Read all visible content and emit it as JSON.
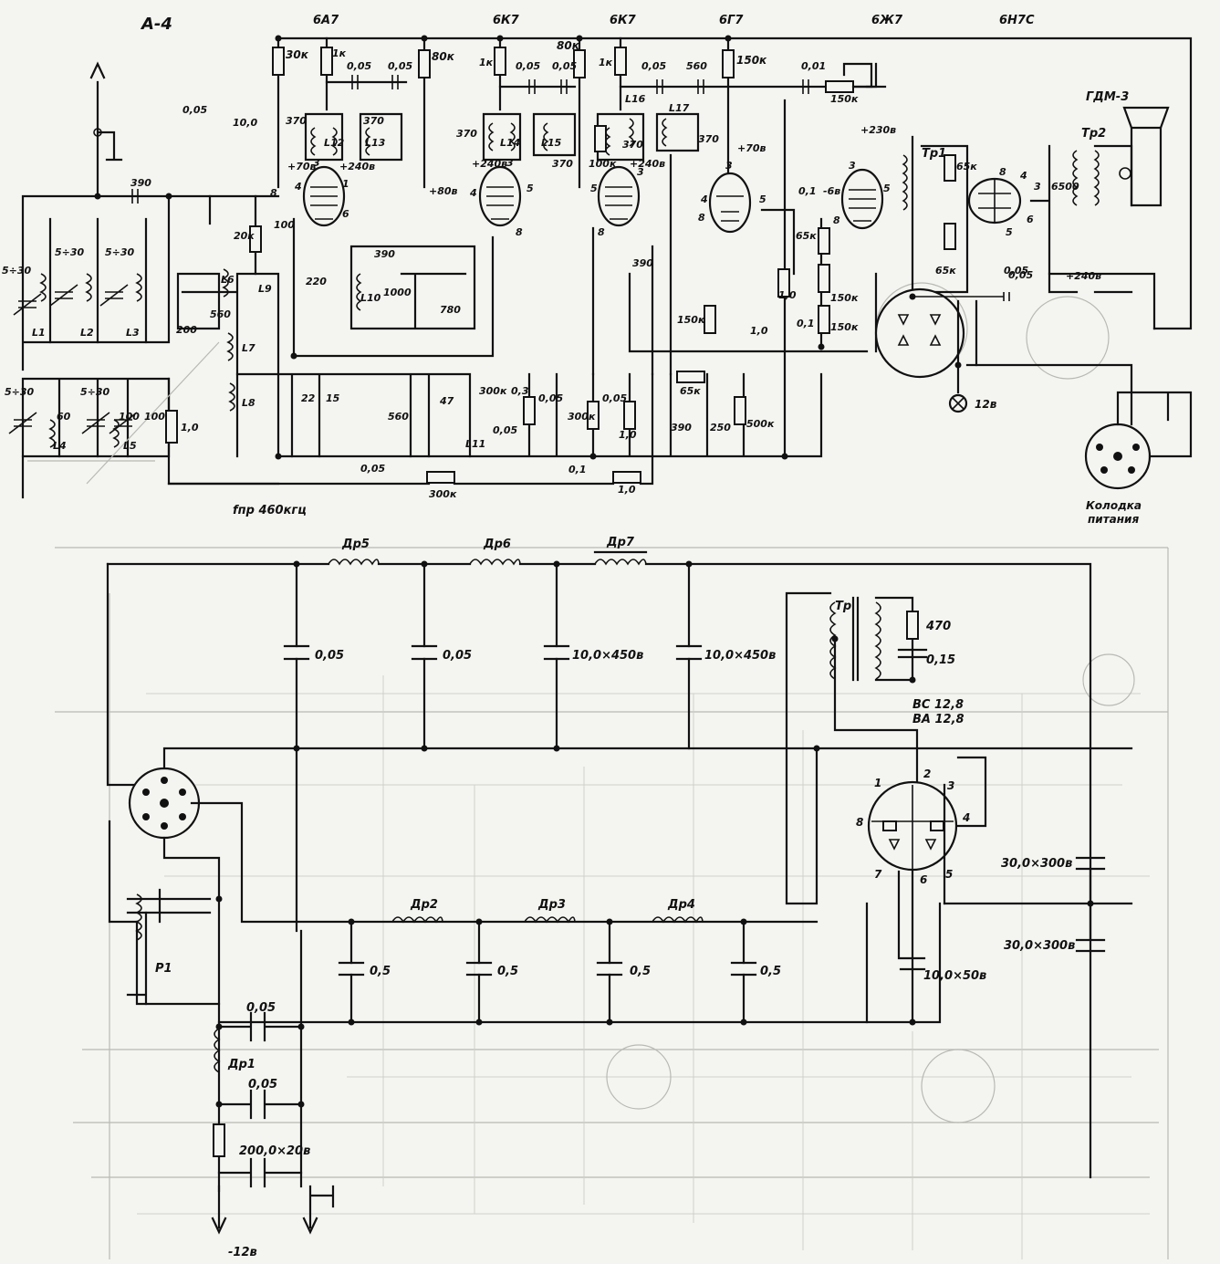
{
  "sheet_id": "А-4",
  "tubes": [
    "6А7",
    "6К7",
    "6К7",
    "6Г7",
    "6Ж7",
    "6Н7С"
  ],
  "speaker": "ГДМ-3",
  "transformers": {
    "tr1": "Тр1",
    "tr2": "Тр2",
    "tr_supply": "Тр"
  },
  "if_frequency": "fпр 460кгц",
  "power_socket": [
    "Колодка",
    "питания"
  ],
  "lamp": "12в",
  "vibrator_contacts": [
    "ВС 12,8",
    "ВА 12,8"
  ],
  "supply_voltage": "-12в",
  "relay": "Р1",
  "chokes": [
    "Др1",
    "Др2",
    "Др3",
    "Др4",
    "Др5",
    "Др6",
    "Др7"
  ],
  "coils": [
    "L1",
    "L2",
    "L3",
    "L4",
    "L5",
    "L6",
    "L7",
    "L8",
    "L9",
    "L10",
    "L11",
    "L12",
    "L13",
    "L14",
    "L15",
    "L16",
    "L17"
  ],
  "trimmers": [
    "5÷30",
    "5÷30",
    "5÷30",
    "5÷30",
    "5÷30"
  ],
  "voltages": [
    "+70в",
    "+240в",
    "+80в",
    "+240в",
    "+70в",
    "+240в",
    "+230в",
    "+240в",
    "-6в"
  ],
  "values": {
    "r30k": "30к",
    "r1k_a": "1к",
    "c005_a": "0,05",
    "c005_b": "0,05",
    "r80k_a": "80к",
    "r1k_b": "1к",
    "c005_c": "0,05",
    "c005_d": "0,05",
    "r80k_b": "80к",
    "r1k_c": "1к",
    "c005_e": "0,05",
    "c560_a": "560",
    "r150k_a": "150к",
    "c001": "0,01",
    "p150k": "150к",
    "c005_in": "0,05",
    "c10": "10,0",
    "c390_in": "390",
    "c370_a": "370",
    "c370_b": "370",
    "c370_c": "370",
    "c370_d": "370",
    "c370_e": "370",
    "c370_f": "370",
    "r100k": "100к",
    "r20k": "20к",
    "c100_a": "100",
    "c220": "220",
    "c390_b": "390",
    "c1000": "1000",
    "c780": "780",
    "c390_c": "390",
    "c200": "200",
    "c560_b": "560",
    "c22": "22",
    "c15": "15",
    "c560_c": "560",
    "c47": "47",
    "r300k_a": "300к",
    "c03": "0,3",
    "c005_f": "0,05",
    "c005_g": "0,05",
    "r300k_b": "300к",
    "c005_h": "0,05",
    "r1_0_a": "1,0",
    "r1_0_b": "1,0",
    "c01_a": "0,1",
    "r1_0_c": "1,0",
    "r150k_b": "150к",
    "r65k_a": "65к",
    "c390_d": "390",
    "c250": "250",
    "p500k": "500к",
    "c01_b": "0,1",
    "r65k_b": "65к",
    "r1_0_d": "1,0",
    "c01_c": "0,1",
    "r150k_c": "150к",
    "r150k_d": "150к",
    "c005_i": "0,05",
    "r65k_c": "65к",
    "r65k_d": "65к",
    "c6500": "6500",
    "c005_j": "0,05",
    "c100_b": "100",
    "c60": "60",
    "c100_c": "100",
    "r1_0_e": "1,0",
    "c005_k": "0,05",
    "r300k_c": "300к",
    "c005_s1": "0,05",
    "c005_s2": "0,05",
    "c10x450_a": "10,0×450в",
    "c10x450_b": "10,0×450в",
    "r470": "470",
    "c015": "0,15",
    "c05_a": "0,5",
    "c05_b": "0,5",
    "c05_c": "0,5",
    "c05_d": "0,5",
    "c30x300_a": "30,0×300в",
    "c30x300_b": "30,0×300в",
    "c10x50": "10,0×50в",
    "c005_l": "0,05",
    "c005_m": "0,05",
    "c200x20": "200,0×20в"
  },
  "pins": [
    "1",
    "2",
    "3",
    "4",
    "5",
    "6",
    "7",
    "8"
  ]
}
